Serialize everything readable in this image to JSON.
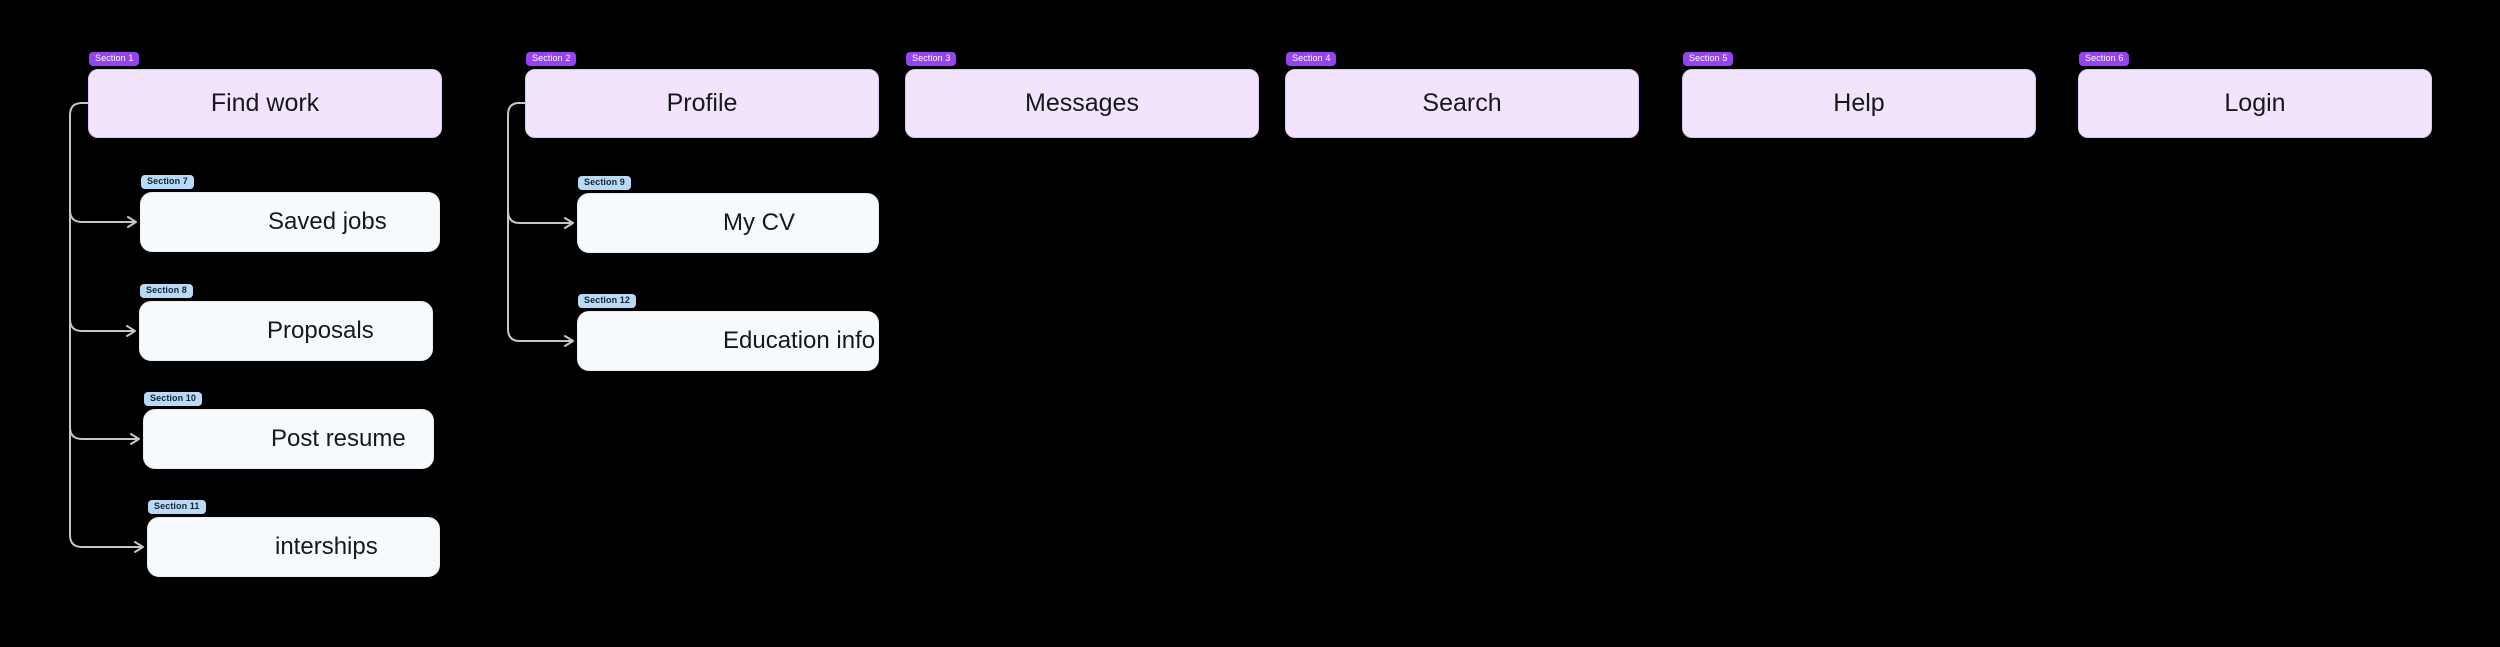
{
  "diagram": {
    "type": "sitemap-flowchart",
    "colors": {
      "bg": "#000000",
      "top_fill": "#f1e4fc",
      "top_border": "#dcc3f5",
      "top_badge": "#9644ef",
      "top_badge_text": "#ffffff",
      "child_fill": "#f6fafd",
      "child_border": "#e7eef6",
      "child_badge": "#b9d9f7",
      "child_badge_text": "#102435",
      "connector": "#c6c6c6",
      "node_text": "#17181c"
    },
    "sections": [
      {
        "badge": "Section 1",
        "label": "Find work",
        "children": [
          {
            "badge": "Section 7",
            "label": "Saved jobs"
          },
          {
            "badge": "Section 8",
            "label": "Proposals"
          },
          {
            "badge": "Section 10",
            "label": "Post resume"
          },
          {
            "badge": "Section 11",
            "label": "interships"
          }
        ]
      },
      {
        "badge": "Section 2",
        "label": "Profile",
        "children": [
          {
            "badge": "Section 9",
            "label": "My CV"
          },
          {
            "badge": "Section 12",
            "label": "Education info"
          }
        ]
      },
      {
        "badge": "Section 3",
        "label": "Messages",
        "children": []
      },
      {
        "badge": "Section 4",
        "label": "Search",
        "children": []
      },
      {
        "badge": "Section 5",
        "label": "Help",
        "children": []
      },
      {
        "badge": "Section 6",
        "label": "Login",
        "children": []
      }
    ]
  }
}
